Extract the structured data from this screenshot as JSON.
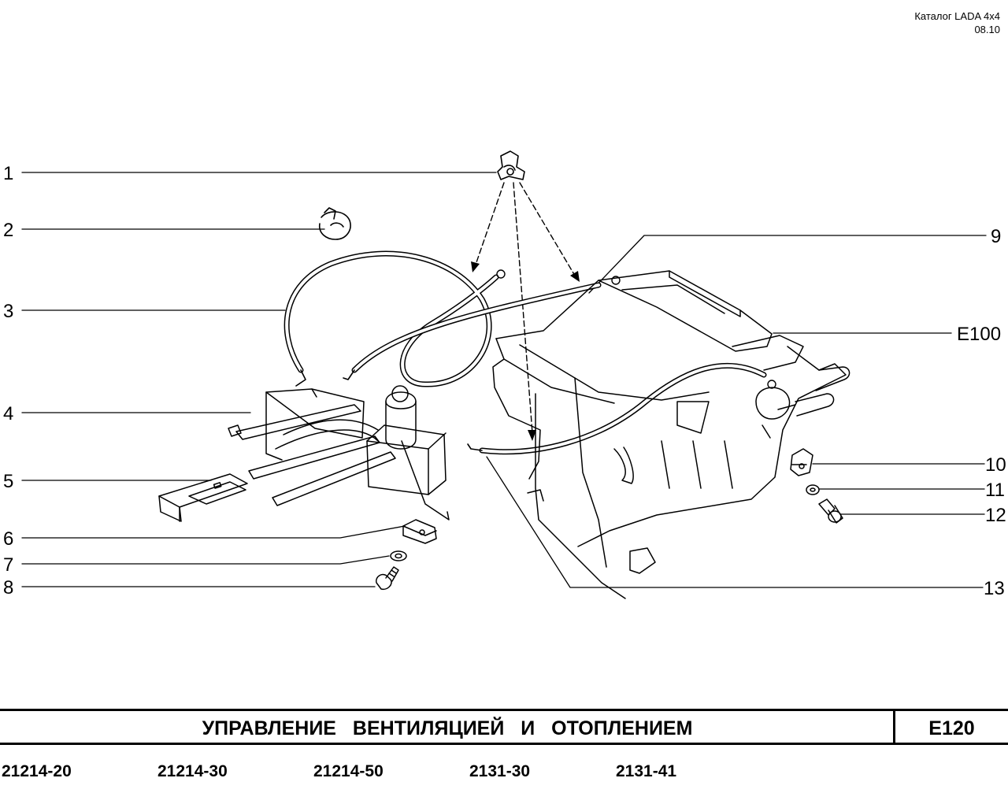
{
  "header": {
    "catalog": "Каталог  LADA  4x4",
    "date": "08.10"
  },
  "callouts": {
    "c1": "1",
    "c2": "2",
    "c3": "3",
    "c4": "4",
    "c5": "5",
    "c6": "6",
    "c7": "7",
    "c8": "8",
    "c9": "9",
    "c10": "10",
    "c11": "11",
    "c12": "12",
    "c13": "13",
    "e100": "E100"
  },
  "title": {
    "text": "УПРАВЛЕНИЕ  ВЕНТИЛЯЦИЕЙ  И  ОТОПЛЕНИЕМ",
    "code": "E120"
  },
  "models": [
    "21214-20",
    "21214-30",
    "21214-50",
    "2131-30",
    "2131-41"
  ]
}
